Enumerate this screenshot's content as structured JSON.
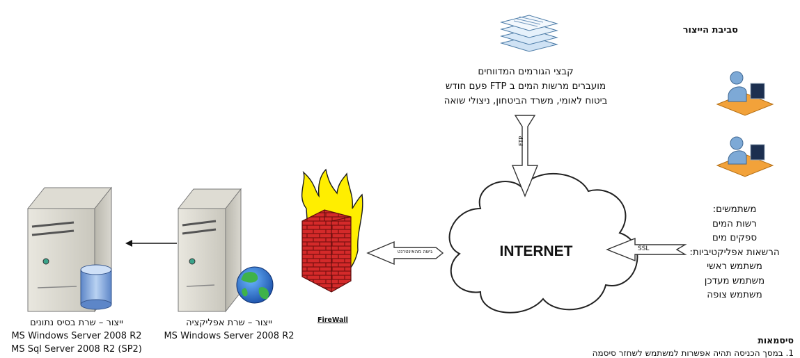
{
  "title": "סביבת הייצור",
  "ftp_files_text": [
    "קבצי הגורמים המדווחים",
    "מועברים מרשות המים ב FTP פעם חודש",
    "ביטוח לאומי, משרד הביטחון, ניצולי שואה"
  ],
  "ftp_arrow_label": "FTP",
  "ssl_arrow_label": "SSL",
  "internet_label": "INTERNET",
  "internet_access_label": "גישה מהאינטרנט",
  "firewall_label": "FireWall",
  "users_text": [
    "משתמשים:",
    "רשות המים",
    "ספקים מים",
    "הרשאות אפליקטיביות:",
    "משתמש ראשי",
    "משתמש מעדכן",
    "משתמש צופה"
  ],
  "app_server_text": [
    "ייצור – שרת אפליקציה",
    "MS Windows Server 2008 R2"
  ],
  "db_server_text": [
    "ייצור – שרת בסיס נתונים",
    "MS Windows Server 2008 R2",
    "MS Sql Server 2008 R2 (SP2)"
  ],
  "passwords_title": "סיסמאות",
  "passwords_item": "1. במסך הכניסה תהיה אפשרות למשתמש לשחזר סיסמה"
}
